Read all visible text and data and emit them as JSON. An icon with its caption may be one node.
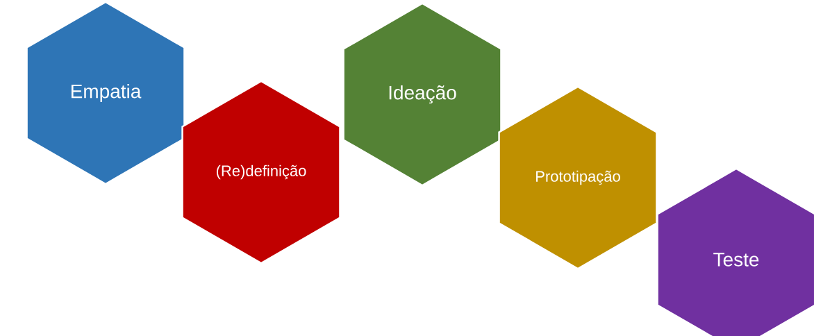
{
  "diagram": {
    "nodes": [
      {
        "text": [
          "Empatia"
        ]
      },
      {
        "text": [
          "(Re)definição"
        ]
      },
      {
        "text": [
          "Ideação"
        ]
      },
      {
        "text": [
          "Prototipação"
        ]
      },
      {
        "text": [
          "Teste"
        ]
      }
    ]
  }
}
